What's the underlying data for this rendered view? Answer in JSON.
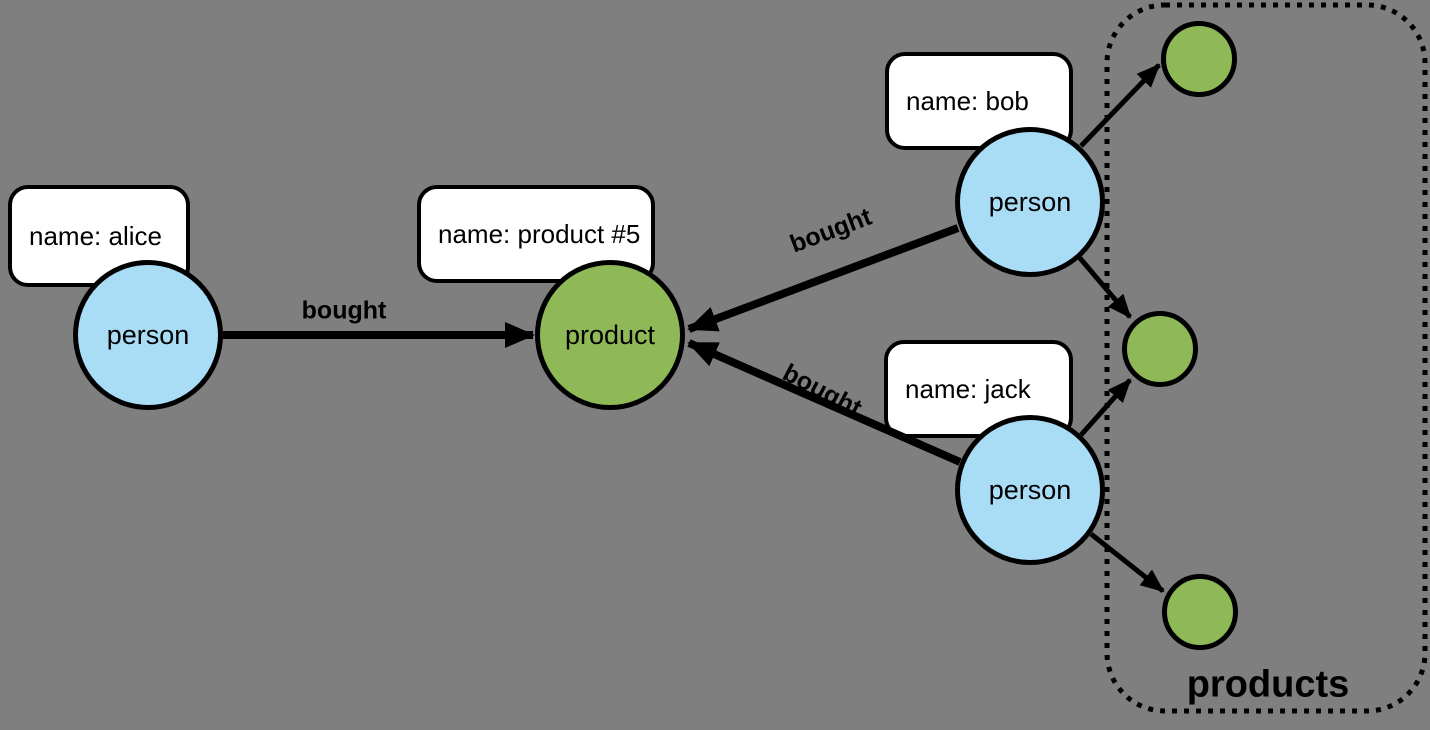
{
  "diagram": {
    "background": "#7f7f7f",
    "node_stroke": "#000000",
    "person_fill": "#a9dcf5",
    "product_fill": "#8fb956",
    "label_box_fill": "#ffffff"
  },
  "nodes": [
    {
      "id": "alice",
      "type": "person",
      "label": "person",
      "property": "name: alice"
    },
    {
      "id": "product5",
      "type": "product",
      "label": "product",
      "property": "name: product #5"
    },
    {
      "id": "bob",
      "type": "person",
      "label": "person",
      "property": "name: bob"
    },
    {
      "id": "jack",
      "type": "person",
      "label": "person",
      "property": "name: jack"
    }
  ],
  "anonymous_product_nodes": 3,
  "edges": [
    {
      "from": "alice",
      "to": "product5",
      "label": "bought"
    },
    {
      "from": "bob",
      "to": "product5",
      "label": "bought"
    },
    {
      "from": "jack",
      "to": "product5",
      "label": "bought"
    },
    {
      "from": "bob",
      "to": "anon-product-top",
      "label": ""
    },
    {
      "from": "bob",
      "to": "anon-product-middle",
      "label": ""
    },
    {
      "from": "jack",
      "to": "anon-product-middle",
      "label": ""
    },
    {
      "from": "jack",
      "to": "anon-product-bottom",
      "label": ""
    }
  ],
  "group": {
    "label": "products"
  }
}
